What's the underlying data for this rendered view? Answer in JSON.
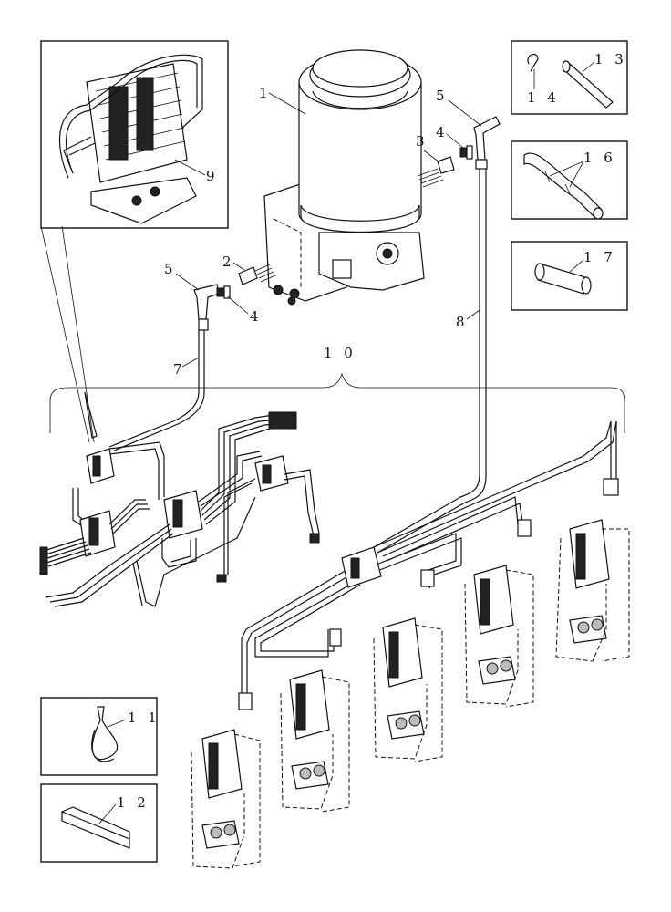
{
  "labels": {
    "l1": "1",
    "l2": "2",
    "l3": "3",
    "l4a": "4",
    "l4b": "4",
    "l5a": "5",
    "l5b": "5",
    "l7": "7",
    "l8": "8",
    "l9": "9",
    "l10": "1 0",
    "l11": "1 1",
    "l12": "1 2",
    "l13": "1 3",
    "l14": "1 4",
    "l16": "1 6",
    "l17": "1 7"
  }
}
